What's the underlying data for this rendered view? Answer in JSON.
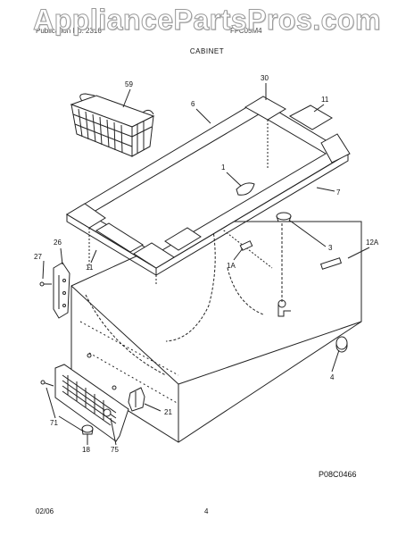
{
  "header": {
    "watermark": "AppliancePartsPros.com",
    "left_text": "Publication No. 2316",
    "right_text": "FFC05M4",
    "section_title": "CABINET"
  },
  "callouts": {
    "c59": "59",
    "c30": "30",
    "c6": "6",
    "c11a": "11",
    "c1": "1",
    "c7": "7",
    "c3": "3",
    "c26": "26",
    "c12a": "12A",
    "c27": "27",
    "c1a": "1A",
    "c11b": "11",
    "c4": "4",
    "c21": "21",
    "c71": "71",
    "c18": "18",
    "c75": "75"
  },
  "diagram_code": "P08C0466",
  "footer": {
    "date": "02/06",
    "page_number": "4"
  }
}
